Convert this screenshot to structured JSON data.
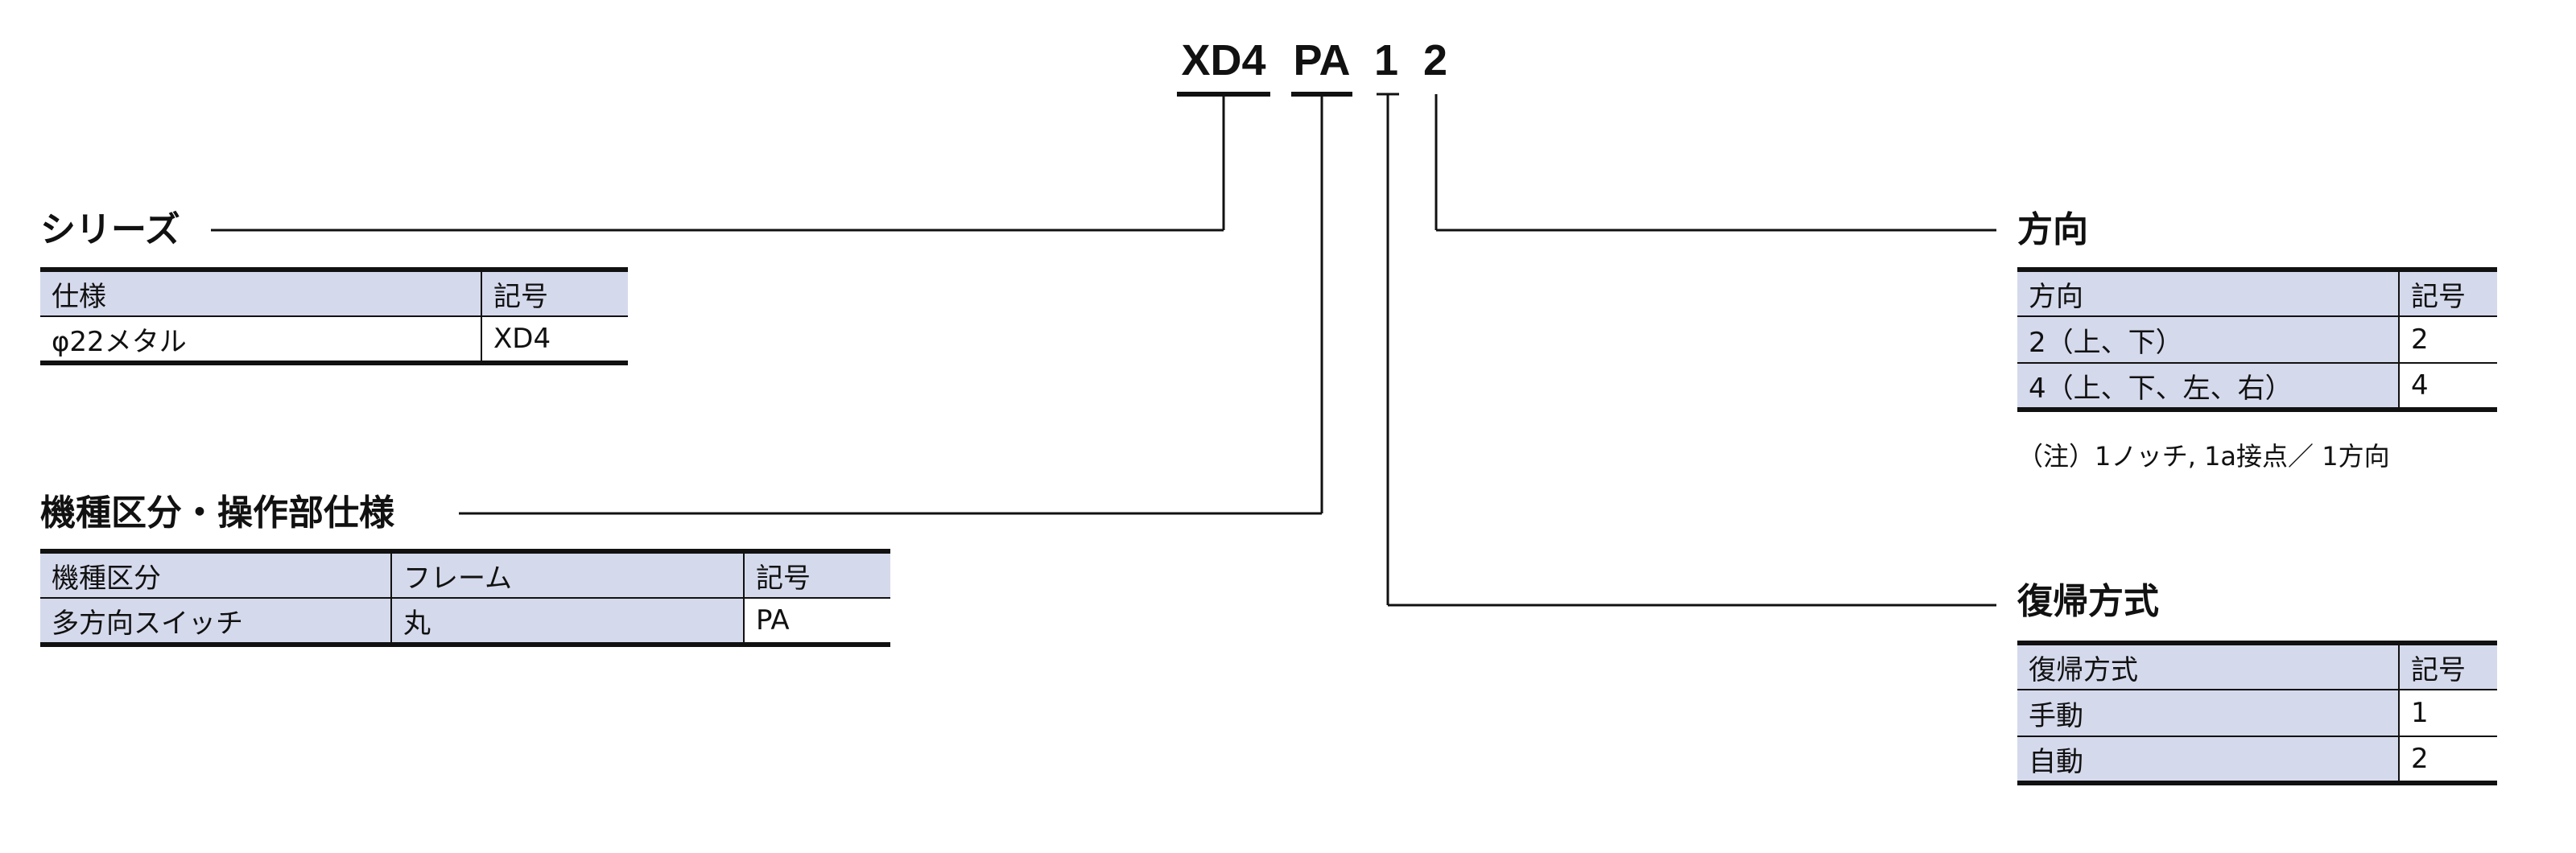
{
  "model_code": {
    "series": "XD4",
    "operator": "PA",
    "return": "1",
    "direction": "2"
  },
  "series": {
    "heading": "シリーズ",
    "headers": [
      "仕様",
      "記号"
    ],
    "rows": [
      [
        "φ22メタル",
        "XD4"
      ]
    ]
  },
  "operator": {
    "heading": "機種区分・操作部仕様",
    "headers": [
      "機種区分",
      "フレーム",
      "記号"
    ],
    "rows": [
      [
        "多方向スイッチ",
        "丸",
        "PA"
      ]
    ]
  },
  "direction": {
    "heading": "方向",
    "headers": [
      "方向",
      "記号"
    ],
    "rows": [
      [
        "2（上、下）",
        "2"
      ],
      [
        "4（上、下、左、右）",
        "4"
      ]
    ],
    "note": "（注）1ノッチ, 1a接点／ 1方向"
  },
  "return": {
    "heading": "復帰方式",
    "headers": [
      "復帰方式",
      "記号"
    ],
    "rows": [
      [
        "手動",
        "1"
      ],
      [
        "自動",
        "2"
      ]
    ]
  },
  "colors": {
    "header_fill": "#d5d9ec",
    "line": "#111111"
  }
}
